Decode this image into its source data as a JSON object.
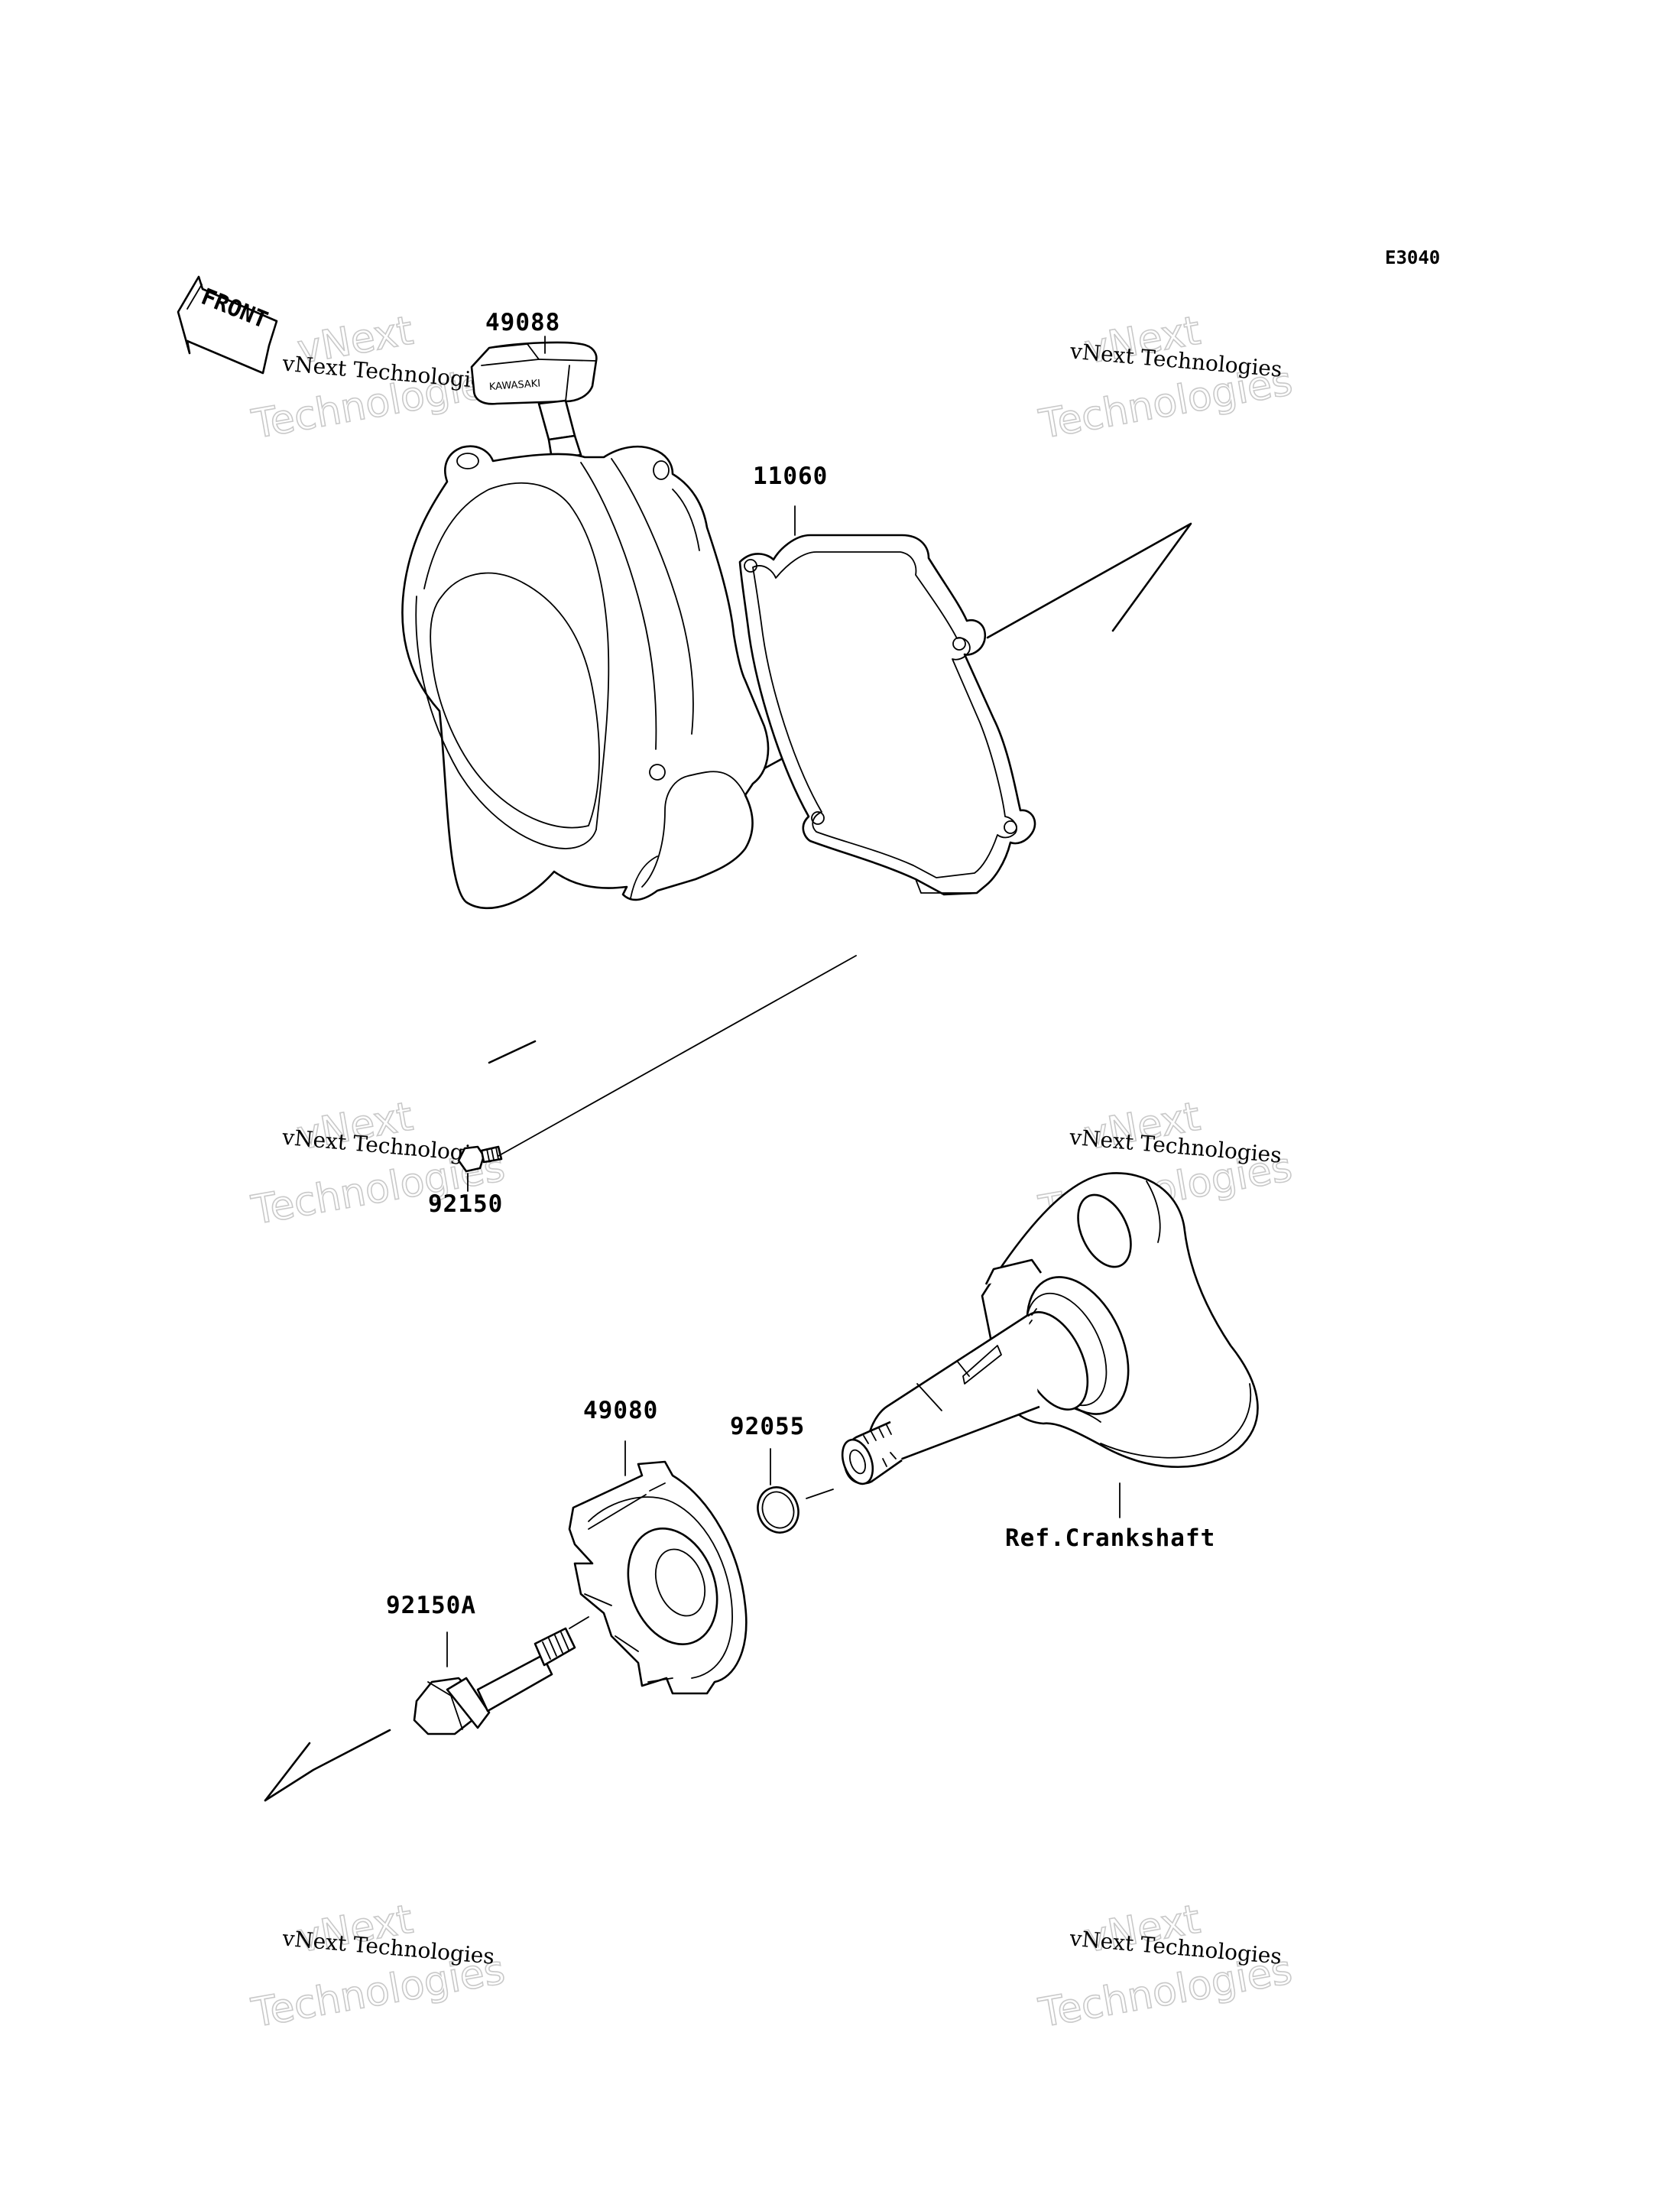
{
  "diagram_code": "E3040",
  "front_arrow": {
    "text": "FRONT",
    "icon": "front-arrow-icon"
  },
  "watermark": {
    "line1": "vNext",
    "line2": "Technologies",
    "small": "vNext Technologies"
  },
  "callouts": {
    "p11060": "11060",
    "p49088": "49088",
    "p92150": "92150",
    "p49080": "49080",
    "p92055": "92055",
    "p92150A": "92150A",
    "ref_crankshaft": "Ref.Crankshaft"
  },
  "handle_brand": "KAWASAKI"
}
